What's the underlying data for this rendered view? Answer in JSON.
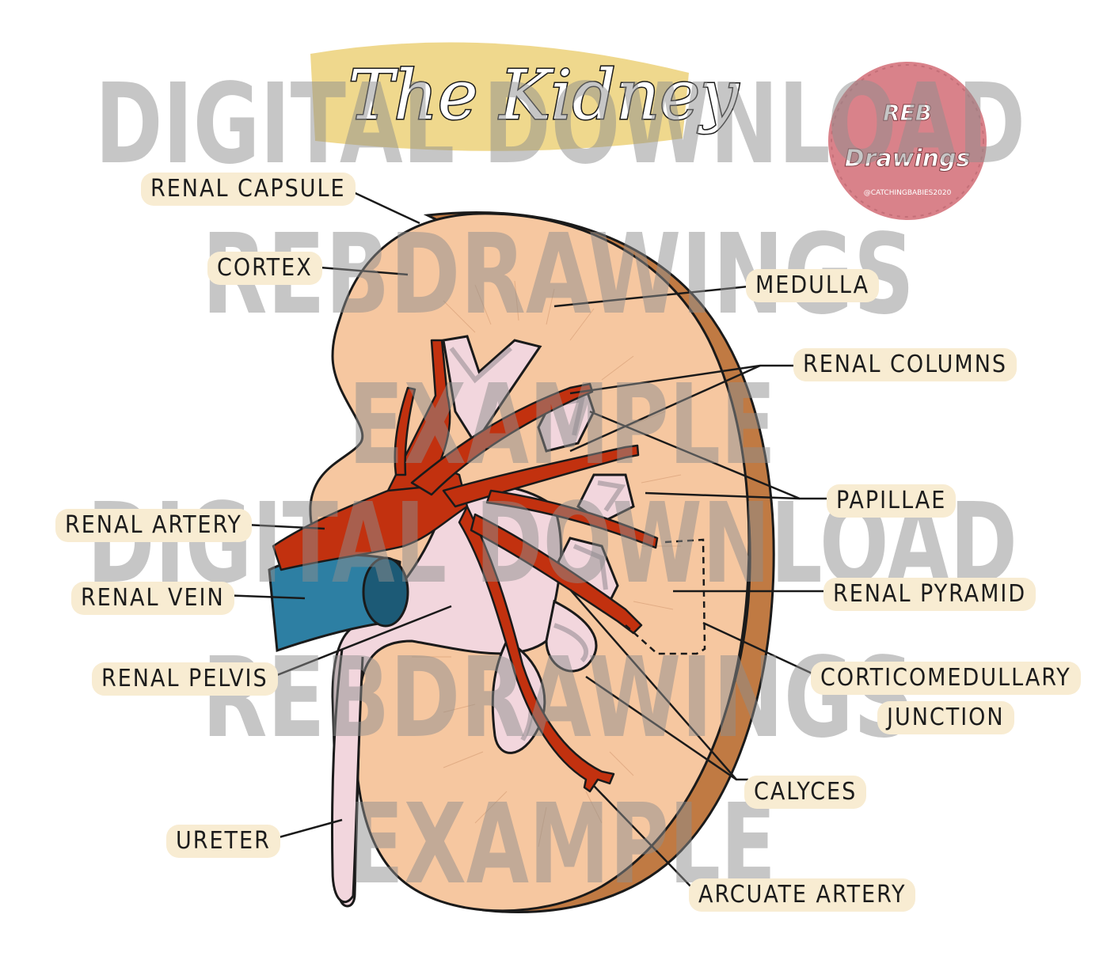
{
  "title": "The Kidney",
  "logo": {
    "line1": "REB",
    "line2": "Drawings",
    "handle": "@CATCHINGBABIES2020",
    "color": "#d9828a"
  },
  "watermark": {
    "lines": [
      "DIGITAL DOWNLOAD",
      "REBDRAWINGS",
      "EXAMPLE",
      "DIGITAL DOWNLOAD",
      "REBDRAWINGS",
      "EXAMPLE"
    ]
  },
  "labels": {
    "renal_capsule": "RENAL CAPSULE",
    "cortex": "CORTEX",
    "medulla": "MEDULLA",
    "renal_columns": "RENAL COLUMNS",
    "papillae": "PAPILLAE",
    "renal_artery": "RENAL ARTERY",
    "renal_vein": "RENAL VEIN",
    "renal_pyramid": "RENAL PYRAMID",
    "renal_pelvis": "RENAL PELVIS",
    "corticomedullary_line1": "CORTICOMEDULLARY",
    "corticomedullary_line2": "JUNCTION",
    "calyces": "CALYCES",
    "ureter": "URETER",
    "arcuate_artery": "ARCUATE ARTERY"
  },
  "colors": {
    "cortex": "#f6c7a0",
    "capsule_edge": "#b46a35",
    "pelvis": "#f2d6dd",
    "calyx": "#c9bcc2",
    "artery": "#c2310f",
    "vein": "#2d7fa3",
    "label_bg": "#f8ecd2",
    "title_highlight": "#ecd179"
  }
}
